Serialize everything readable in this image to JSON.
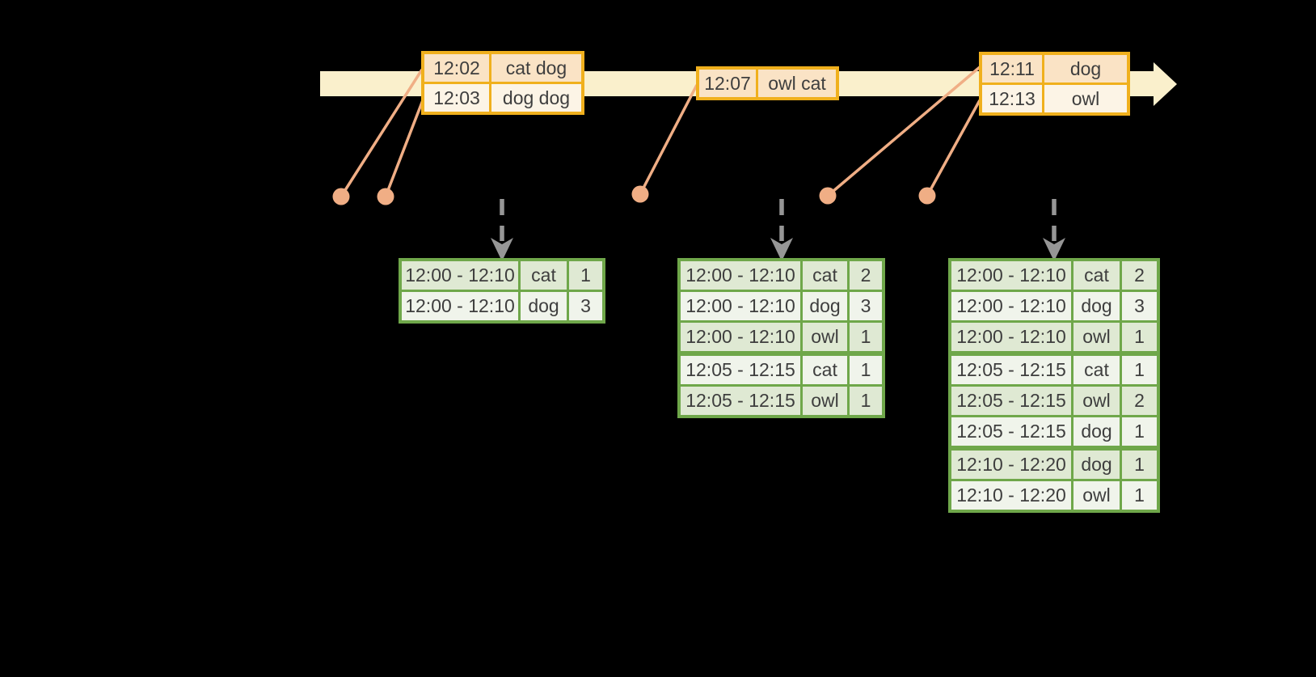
{
  "colors": {
    "bg": "#000000",
    "amber": "#F0B01D",
    "peach": "#FAE3C5",
    "cream-light": "#FCF4E6",
    "band": "#FAF0CC",
    "salmon": "#F0AE85",
    "green": "#6FA74A",
    "green-dark": "#DFE9D3",
    "green-light": "#F0F4EB",
    "gray": "#969696",
    "ink": "#3E3E3E"
  },
  "timeline": {
    "events": [
      {
        "rows": [
          {
            "time": "12:02",
            "words": "cat dog"
          },
          {
            "time": "12:03",
            "words": "dog dog"
          }
        ]
      },
      {
        "rows": [
          {
            "time": "12:07",
            "words": "owl cat"
          }
        ]
      },
      {
        "rows": [
          {
            "time": "12:11",
            "words": "dog"
          },
          {
            "time": "12:13",
            "words": "owl"
          }
        ]
      }
    ]
  },
  "results": [
    {
      "rows": [
        {
          "window": "12:00 - 12:10",
          "word": "cat",
          "count": "1"
        },
        {
          "window": "12:00 - 12:10",
          "word": "dog",
          "count": "3"
        }
      ]
    },
    {
      "rows": [
        {
          "window": "12:00 - 12:10",
          "word": "cat",
          "count": "2"
        },
        {
          "window": "12:00 - 12:10",
          "word": "dog",
          "count": "3"
        },
        {
          "window": "12:00 - 12:10",
          "word": "owl",
          "count": "1"
        },
        {
          "window": "12:05 - 12:15",
          "word": "cat",
          "count": "1"
        },
        {
          "window": "12:05 - 12:15",
          "word": "owl",
          "count": "1"
        }
      ]
    },
    {
      "rows": [
        {
          "window": "12:00 - 12:10",
          "word": "cat",
          "count": "2"
        },
        {
          "window": "12:00 - 12:10",
          "word": "dog",
          "count": "3"
        },
        {
          "window": "12:00 - 12:10",
          "word": "owl",
          "count": "1"
        },
        {
          "window": "12:05 - 12:15",
          "word": "cat",
          "count": "1"
        },
        {
          "window": "12:05 - 12:15",
          "word": "owl",
          "count": "2"
        },
        {
          "window": "12:05 - 12:15",
          "word": "dog",
          "count": "1"
        },
        {
          "window": "12:10 - 12:20",
          "word": "dog",
          "count": "1"
        },
        {
          "window": "12:10 - 12:20",
          "word": "owl",
          "count": "1"
        }
      ]
    }
  ]
}
